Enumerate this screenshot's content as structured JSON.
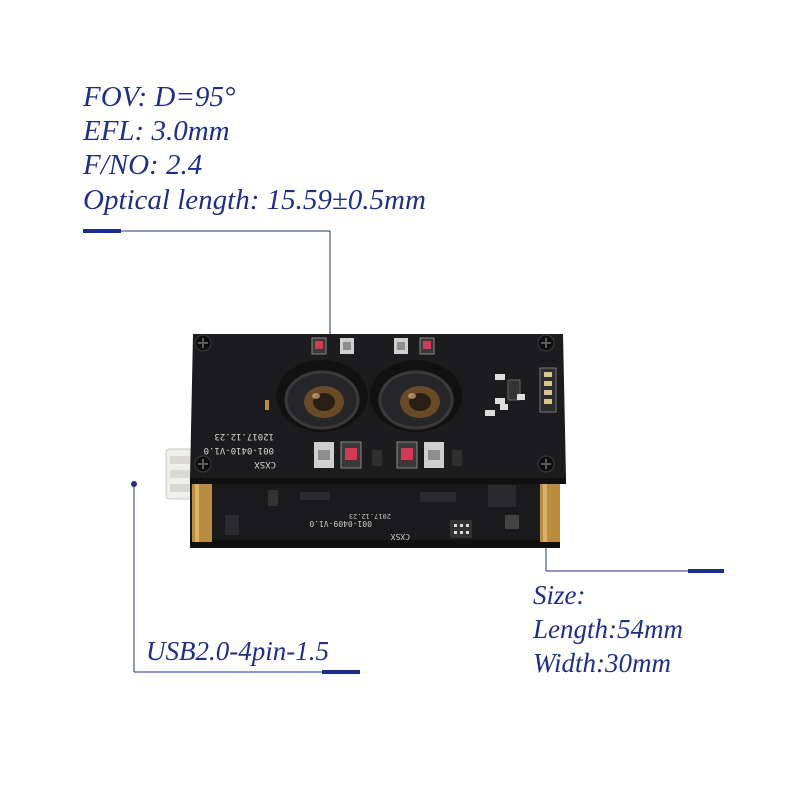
{
  "specs": {
    "fov": "FOV: D=95°",
    "efl": "EFL: 3.0mm",
    "fno": "F/NO: 2.4",
    "optical_length": "Optical length: 15.59±0.5mm"
  },
  "size": {
    "heading": "Size:",
    "length": "Length:54mm",
    "width": "Width:30mm"
  },
  "usb_label": "USB2.0-4pin-1.5",
  "board_markings": {
    "top_date": "12017.12.23",
    "top_model": "001-0410-V1.0",
    "top_brand": "CXSX",
    "bottom_model": "001-0409-V1.0",
    "bottom_brand": "CXSX",
    "bottom_date": "2017.12.23"
  },
  "colors": {
    "text": "#1f2f86",
    "line": "#1f2f86",
    "board": "#1c1c1e",
    "accent_bar": "#1a2d8c"
  }
}
